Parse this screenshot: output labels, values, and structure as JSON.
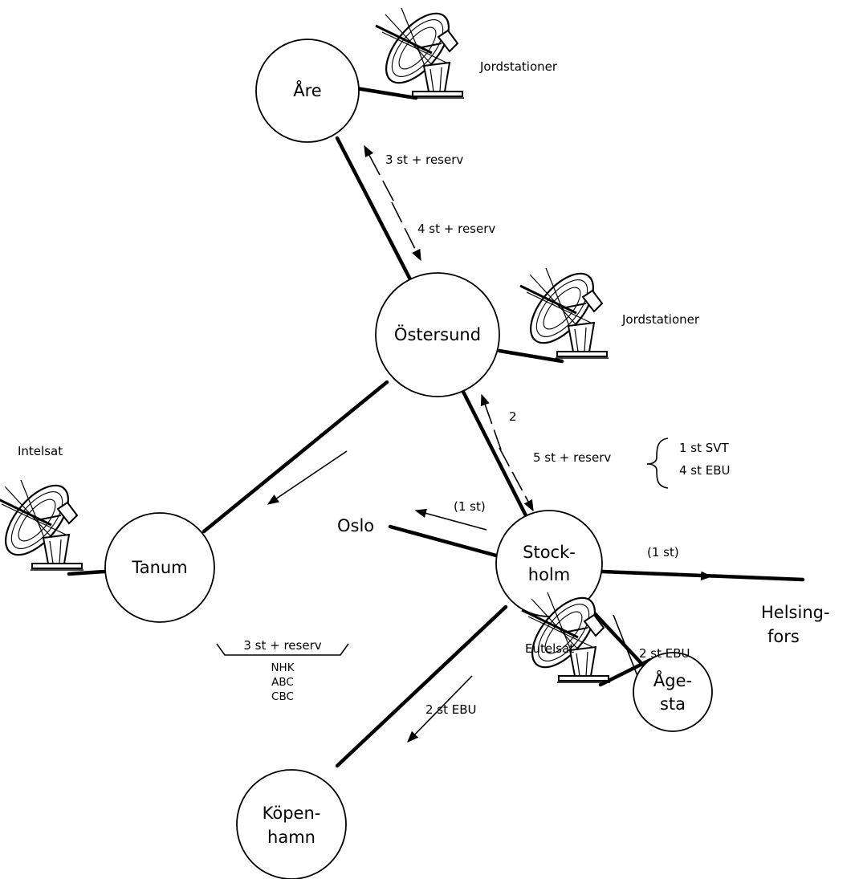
{
  "nodes": {
    "are": "Åre",
    "ostersund": "Östersund",
    "tanum": "Tanum",
    "stockholm_1": "Stock-",
    "stockholm_2": "holm",
    "kopenhamn_1": "Köpen-",
    "kopenhamn_2": "hamn",
    "agesta_1": "Åge-",
    "agesta_2": "sta"
  },
  "places": {
    "oslo": "Oslo",
    "helsingfors_1": "Helsing-",
    "helsingfors_2": "fors"
  },
  "dish_labels": {
    "are": "Jordstationer",
    "ostersund": "Jordstationer",
    "tanum": "Intelsat",
    "agesta": "Eutelsat"
  },
  "links": {
    "are_up": "3 st + reserv",
    "are_down": "4 st + reserv",
    "ost_up": "2",
    "ost_down": "5 st + reserv",
    "svt": "1 st SVT",
    "ebu4": "4 st EBU",
    "oslo": "(1 st)",
    "helsingfors": "(1 st)",
    "agesta": "2 st EBU",
    "kopenhamn": "2 st EBU",
    "tanum": "3 st + reserv",
    "nhk": "NHK",
    "abc": "ABC",
    "cbc": "CBC"
  }
}
